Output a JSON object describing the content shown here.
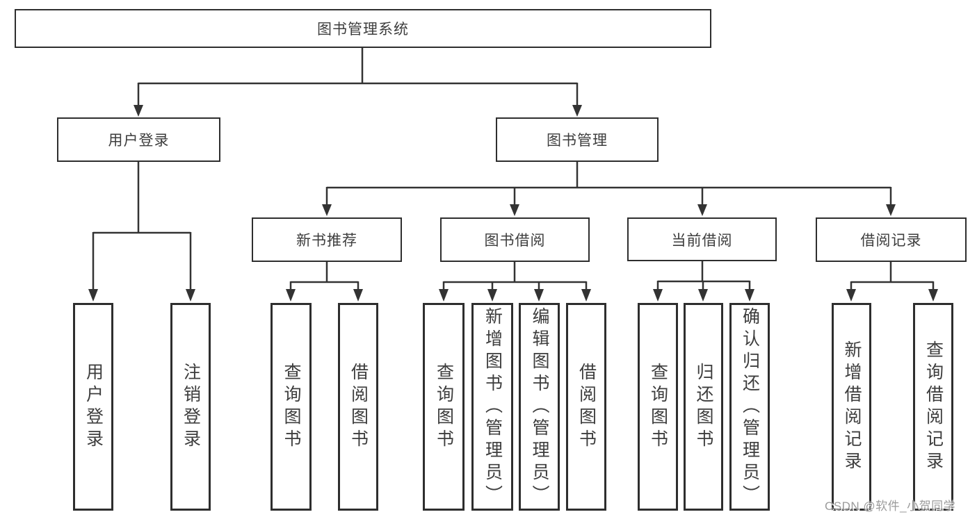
{
  "colors": {
    "line": "#333333",
    "box_border": "#2e2e2e",
    "text": "#3d3d3d",
    "watermark_text": "#9b9b9b",
    "background": "#ffffff"
  },
  "tree": {
    "root": "图书管理系统",
    "branches": [
      {
        "label": "用户登录",
        "children": [
          "用户登录",
          "注销登录"
        ]
      },
      {
        "label": "图书管理",
        "children": [
          {
            "label": "新书推荐",
            "children": [
              "查询图书",
              "借阅图书"
            ]
          },
          {
            "label": "图书借阅",
            "children": [
              "查询图书",
              "新增图书（管理员）",
              "编辑图书（管理员）",
              "借阅图书"
            ]
          },
          {
            "label": "当前借阅",
            "children": [
              "查询图书",
              "归还图书",
              "确认归还（管理员）"
            ]
          },
          {
            "label": "借阅记录",
            "children": [
              "新增借阅记录",
              "查询借阅记录"
            ]
          }
        ]
      }
    ]
  },
  "watermark": "CSDN @软件_小贺同学"
}
